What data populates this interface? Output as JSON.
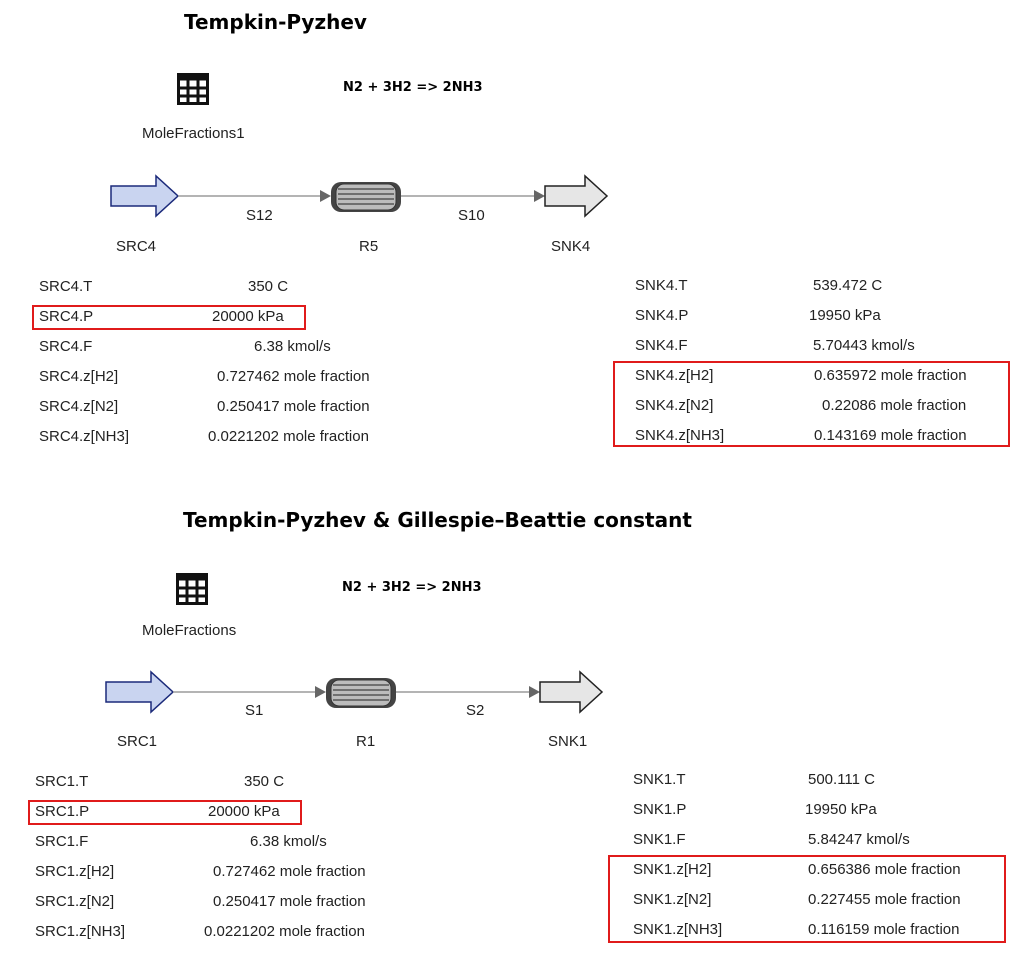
{
  "colors": {
    "highlight": "#e01b1b",
    "source_fill": "#c9d4f0",
    "source_stroke": "#1b2a7a",
    "stream_line": "#888888"
  },
  "sections": [
    {
      "title": "Tempkin-Pyzhev",
      "equation": "N2 + 3H2 => 2NH3",
      "mole_fractions_label": "MoleFractions1",
      "src_label": "SRC4",
      "stream1_label": "S12",
      "reactor_label": "R5",
      "stream2_label": "S10",
      "sink_label": "SNK4",
      "src_props": [
        {
          "name": "SRC4.T",
          "value": "350 C"
        },
        {
          "name": "SRC4.P",
          "value": "20000 kPa"
        },
        {
          "name": "SRC4.F",
          "value": "6.38 kmol/s"
        },
        {
          "name": "SRC4.z[H2]",
          "value": "0.727462 mole fraction"
        },
        {
          "name": "SRC4.z[N2]",
          "value": "0.250417 mole fraction"
        },
        {
          "name": "SRC4.z[NH3]",
          "value": "0.0221202 mole fraction"
        }
      ],
      "snk_props": [
        {
          "name": "SNK4.T",
          "value": "539.472 C"
        },
        {
          "name": "SNK4.P",
          "value": "19950 kPa"
        },
        {
          "name": "SNK4.F",
          "value": "5.70443 kmol/s"
        },
        {
          "name": "SNK4.z[H2]",
          "value": "0.635972 mole fraction"
        },
        {
          "name": "SNK4.z[N2]",
          "value": "0.22086 mole fraction"
        },
        {
          "name": "SNK4.z[NH3]",
          "value": "0.143169 mole fraction"
        }
      ]
    },
    {
      "title": "Tempkin-Pyzhev & Gillespie–Beattie constant",
      "equation": "N2 + 3H2 => 2NH3",
      "mole_fractions_label": "MoleFractions",
      "src_label": "SRC1",
      "stream1_label": "S1",
      "reactor_label": "R1",
      "stream2_label": "S2",
      "sink_label": "SNK1",
      "src_props": [
        {
          "name": "SRC1.T",
          "value": "350 C"
        },
        {
          "name": "SRC1.P",
          "value": "20000 kPa"
        },
        {
          "name": "SRC1.F",
          "value": "6.38 kmol/s"
        },
        {
          "name": "SRC1.z[H2]",
          "value": "0.727462 mole fraction"
        },
        {
          "name": "SRC1.z[N2]",
          "value": "0.250417 mole fraction"
        },
        {
          "name": "SRC1.z[NH3]",
          "value": "0.0221202 mole fraction"
        }
      ],
      "snk_props": [
        {
          "name": "SNK1.T",
          "value": "500.111 C"
        },
        {
          "name": "SNK1.P",
          "value": "19950 kPa"
        },
        {
          "name": "SNK1.F",
          "value": "5.84247 kmol/s"
        },
        {
          "name": "SNK1.z[H2]",
          "value": "0.656386 mole fraction"
        },
        {
          "name": "SNK1.z[N2]",
          "value": "0.227455 mole fraction"
        },
        {
          "name": "SNK1.z[NH3]",
          "value": "0.116159 mole fraction"
        }
      ]
    }
  ]
}
